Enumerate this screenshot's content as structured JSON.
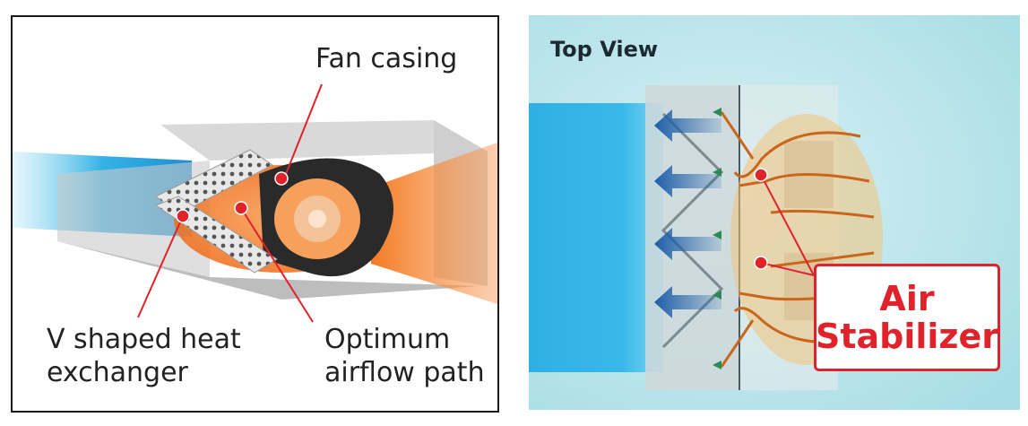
{
  "left_panel": {
    "labels": {
      "fan_casing": "Fan casing",
      "heat_exchanger_line1": "V shaped heat",
      "heat_exchanger_line2": "exchanger",
      "airflow_line1": "Optimum",
      "airflow_line2": "airflow path"
    }
  },
  "right_panel": {
    "title": "Top View",
    "stabilizer_line1": "Air",
    "stabilizer_line2": "Stabilizer"
  },
  "colors": {
    "marker_red": "#e0222a",
    "air_blue": "#3fb4e4",
    "air_orange": "#f07a2a",
    "background_aqua": "#b9e4ea"
  }
}
